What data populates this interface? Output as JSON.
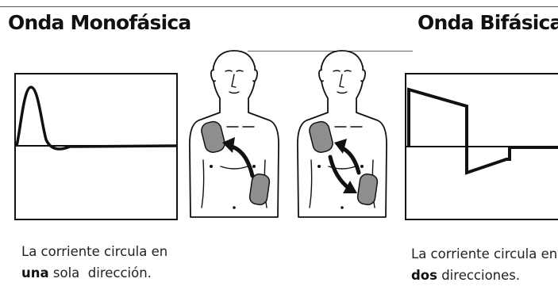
{
  "titles": {
    "monophasic": "Onda Monofásica",
    "biphasic": "Onda Bifásica"
  },
  "captions": {
    "monophasic": {
      "line1": "La corriente circula en",
      "bold": "una",
      "rest": " sola  dirección."
    },
    "biphasic": {
      "line1": "La corriente circula en",
      "bold": "dos",
      "rest": " direcciones."
    }
  },
  "icons": {
    "monophasic_waveform": "single-positive-pulse",
    "biphasic_waveform": "truncated-exponential-biphasic",
    "torso_monophasic": "torso-with-pads-single-arrow",
    "torso_biphasic": "torso-with-pads-double-arrow"
  },
  "colors": {
    "pad": "#8e8e8e",
    "stroke": "#111111"
  }
}
